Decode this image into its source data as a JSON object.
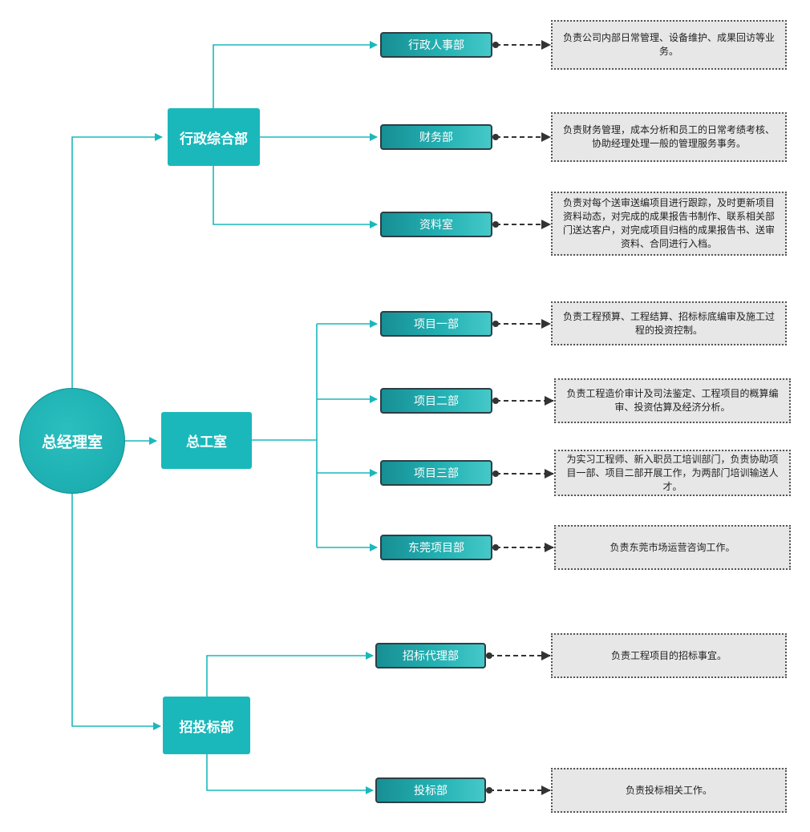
{
  "root": {
    "label": "总经理室"
  },
  "groups": [
    {
      "label": "行政综合部",
      "depts": [
        {
          "label": "行政人事部",
          "desc": "负责公司内部日常管理、设备维护、成果回访等业务。"
        },
        {
          "label": "财务部",
          "desc": "负责财务管理，成本分析和员工的日常考绩考核、协助经理处理一般的管理服务事务。"
        },
        {
          "label": "资料室",
          "desc": "负责对每个送审送编项目进行跟踪，及时更新项目资料动态，对完成的成果报告书制作、联系相关部门送达客户，对完成项目归档的成果报告书、送审资料、合同进行入档。"
        }
      ]
    },
    {
      "label": "总工室",
      "depts": [
        {
          "label": "项目一部",
          "desc": "负责工程预算、工程结算、招标标底编审及施工过程的投资控制。"
        },
        {
          "label": "项目二部",
          "desc": "负责工程造价审计及司法鉴定、工程项目的概算编审、投资估算及经济分析。"
        },
        {
          "label": "项目三部",
          "desc": "为实习工程师、新入职员工培训部门，负责协助项目一部、项目二部开展工作，为两部门培训输送人才。"
        },
        {
          "label": "东莞项目部",
          "desc": "负责东莞市场运营咨询工作。"
        }
      ]
    },
    {
      "label": "招投标部",
      "depts": [
        {
          "label": "招标代理部",
          "desc": "负责工程项目的招标事宜。"
        },
        {
          "label": "投标部",
          "desc": "负责投标相关工作。"
        }
      ]
    }
  ],
  "colors": {
    "teal": "#1ab8bb",
    "line": "#1ab8bb",
    "dash": "#333333",
    "desc_bg": "#e7e7e7"
  }
}
